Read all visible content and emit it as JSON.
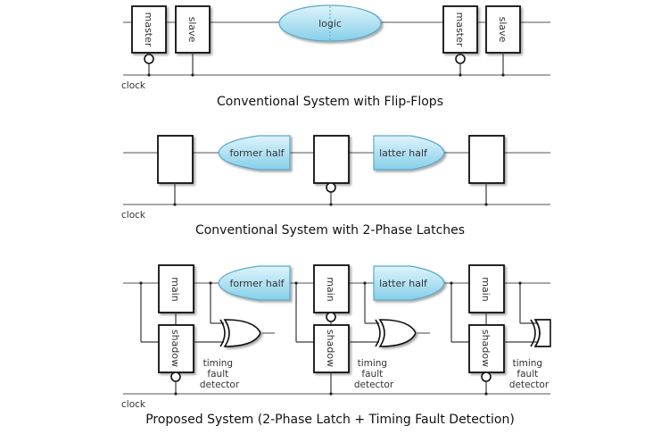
{
  "colors": {
    "logic_fill_top": "#d9f2fb",
    "logic_fill_bottom": "#8fd3ec",
    "logic_stroke": "#5aa8c8",
    "wire": "#8c8c8c",
    "box_stroke": "#111111"
  },
  "section1": {
    "title": "Conventional System with Flip-Flops",
    "clock_label": "clock",
    "ff1": {
      "master": "master",
      "slave": "slave"
    },
    "logic": "logic",
    "ff2": {
      "master": "master",
      "slave": "slave"
    }
  },
  "section2": {
    "title": "Conventional System with 2-Phase Latches",
    "clock_label": "clock",
    "former": "former half",
    "latter": "latter half"
  },
  "section3": {
    "title": "Proposed System (2-Phase Latch + Timing Fault Detection)",
    "clock_label": "clock",
    "former": "former half",
    "latter": "latter half",
    "stages": [
      {
        "main": "main",
        "shadow": "shadow",
        "detector": [
          "timing",
          "fault",
          "detector"
        ]
      },
      {
        "main": "main",
        "shadow": "shadow",
        "detector": [
          "timing",
          "fault",
          "detector"
        ]
      },
      {
        "main": "main",
        "shadow": "shadow",
        "detector": [
          "timing",
          "fault",
          "detector"
        ]
      }
    ]
  }
}
